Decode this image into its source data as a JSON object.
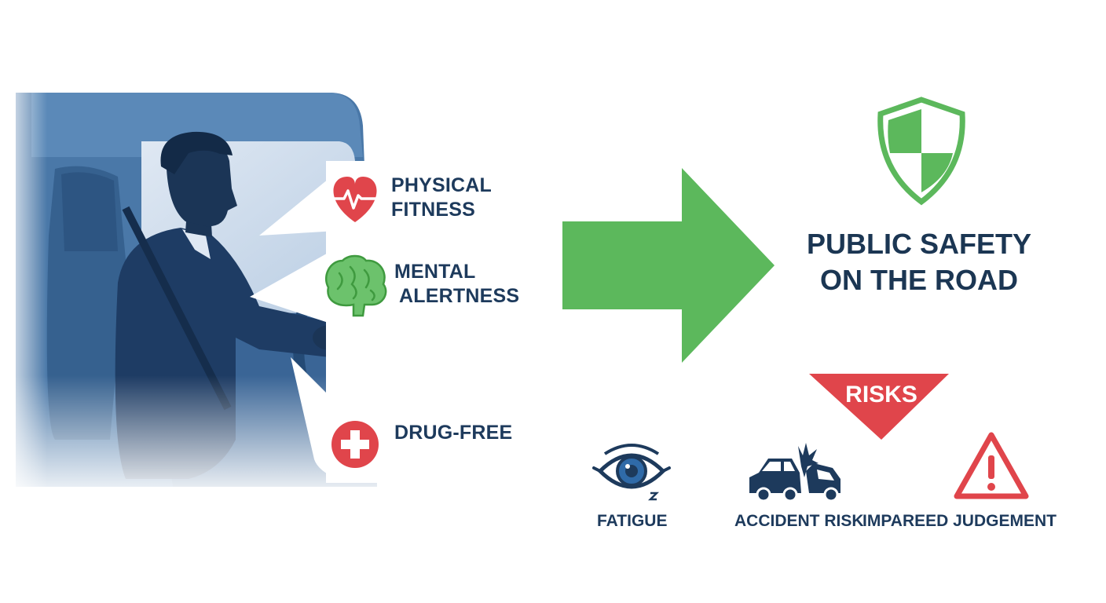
{
  "benefits": [
    {
      "icon": "heart-pulse-icon",
      "line1": "PHYSICAL",
      "line2": "FITNESS",
      "color": "#e0454b"
    },
    {
      "icon": "brain-icon",
      "line1": "MENTAL",
      "line2": "ALERTNESS",
      "color": "#5fb65f"
    },
    {
      "icon": "medical-cross-icon",
      "line1": "DRUG-FREE",
      "line2": "",
      "color": "#e0454b"
    }
  ],
  "outcome": {
    "icon": "shield-icon",
    "title_line1": "PUBLIC SAFETY",
    "title_line2": "ON THE ROAD",
    "color": "#5cb85c"
  },
  "risks": {
    "header": "RISKS",
    "header_color": "#e0454b",
    "items": [
      {
        "icon": "sleepy-eye-icon",
        "label": "FATIGUE"
      },
      {
        "icon": "car-crash-icon",
        "label": "ACCIDENT RISK"
      },
      {
        "icon": "warning-icon",
        "label": "IMPAREED JUDGEMENT"
      }
    ]
  },
  "colors": {
    "navy": "#1d3a5c",
    "cab_blue": "#3d6a9c",
    "arrow_green": "#5cb85c",
    "alert_red": "#e0454b"
  }
}
